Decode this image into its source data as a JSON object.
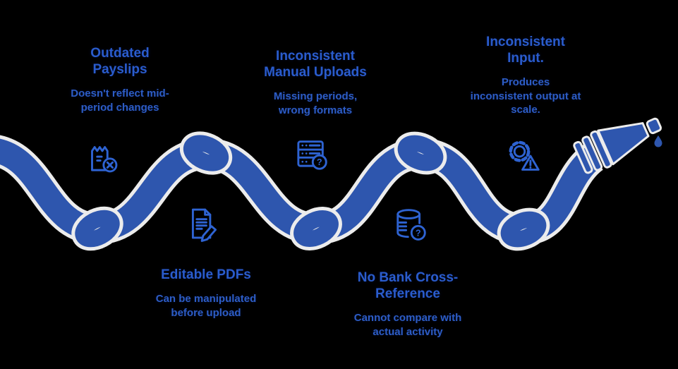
{
  "colors": {
    "background": "#000000",
    "hose": "#2e56ae",
    "hose_outline": "#ececec",
    "title_text": "#2a5ccd",
    "subtitle_text": "#2d5dc6",
    "icon": "#2e63d2"
  },
  "graphic": {
    "name": "knotted-hose-with-dripping-nozzle",
    "knot_count": 5,
    "drip": "water-drop"
  },
  "badges": {
    "question": "?",
    "exclamation": "!"
  },
  "stages": [
    {
      "title": "Outdated Payslips",
      "subtitle": "Doesn't reflect mid-period changes",
      "icon": "payslip-error-icon",
      "position": "top"
    },
    {
      "title": "Editable PDFs",
      "subtitle": "Can be manipulated before upload",
      "icon": "document-edit-icon",
      "position": "bottom"
    },
    {
      "title": "Inconsistent Manual Uploads",
      "subtitle": "Missing periods, wrong formats",
      "icon": "server-question-icon",
      "position": "top"
    },
    {
      "title": "No Bank Cross-Reference",
      "subtitle": "Cannot compare with actual activity",
      "icon": "database-question-icon",
      "position": "bottom"
    },
    {
      "title": "Inconsistent Input.",
      "subtitle": "Produces inconsistent output at scale.",
      "icon": "gear-warning-icon",
      "position": "top"
    }
  ]
}
